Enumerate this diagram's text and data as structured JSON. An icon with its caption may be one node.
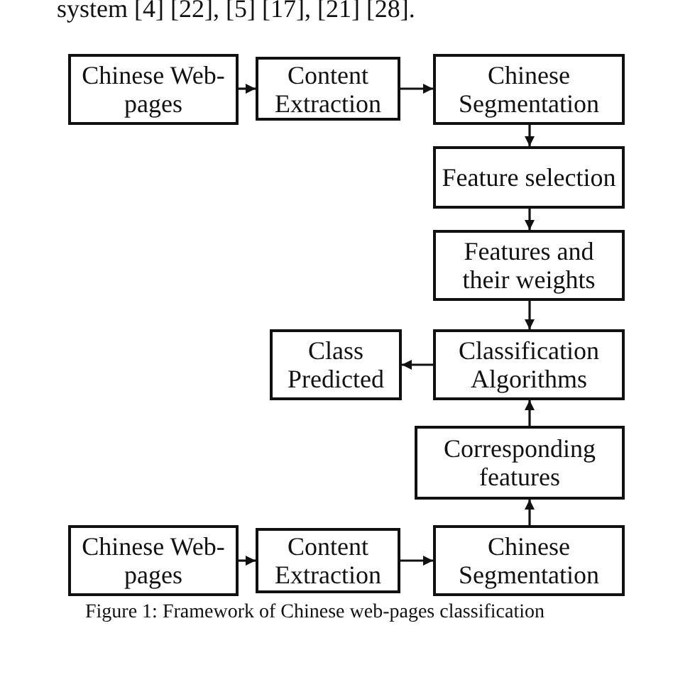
{
  "diagram": {
    "caption": "Figure 1: Framework of Chinese web-pages classification",
    "nodes": [
      {
        "text": [
          "Chinese Web-pages"
        ]
      },
      {
        "text": [
          "Content Extraction"
        ]
      },
      {
        "text": [
          "Chinese Segmentation"
        ]
      },
      {
        "text": [
          "Feature selection"
        ]
      },
      {
        "text": [
          "Features and their weights"
        ]
      },
      {
        "text": [
          "Class Predicted"
        ]
      },
      {
        "text": [
          "Classification Algorithms"
        ]
      },
      {
        "text": [
          "Corresponding features"
        ]
      },
      {
        "text": [
          "Chinese Web-pages"
        ]
      },
      {
        "text": [
          "Content Extraction"
        ]
      },
      {
        "text": [
          "Chinese Segmentation"
        ]
      }
    ],
    "edges": [
      {
        "from": 0,
        "to": 1,
        "arrow": "to"
      },
      {
        "from": 1,
        "to": 2,
        "arrow": "to"
      },
      {
        "from": 2,
        "to": 3,
        "arrow": "to"
      },
      {
        "from": 3,
        "to": 4,
        "arrow": "to"
      },
      {
        "from": 4,
        "to": 6,
        "arrow": "to"
      },
      {
        "from": 6,
        "to": 5,
        "arrow": "to"
      },
      {
        "from": 7,
        "to": 6,
        "arrow": "to"
      },
      {
        "from": 8,
        "to": 9,
        "arrow": "to"
      },
      {
        "from": 9,
        "to": 10,
        "arrow": "to"
      },
      {
        "from": 10,
        "to": 7,
        "arrow": "to"
      }
    ],
    "labels": [
      "system [4] [22], [5] [17], [21] [28]."
    ]
  }
}
